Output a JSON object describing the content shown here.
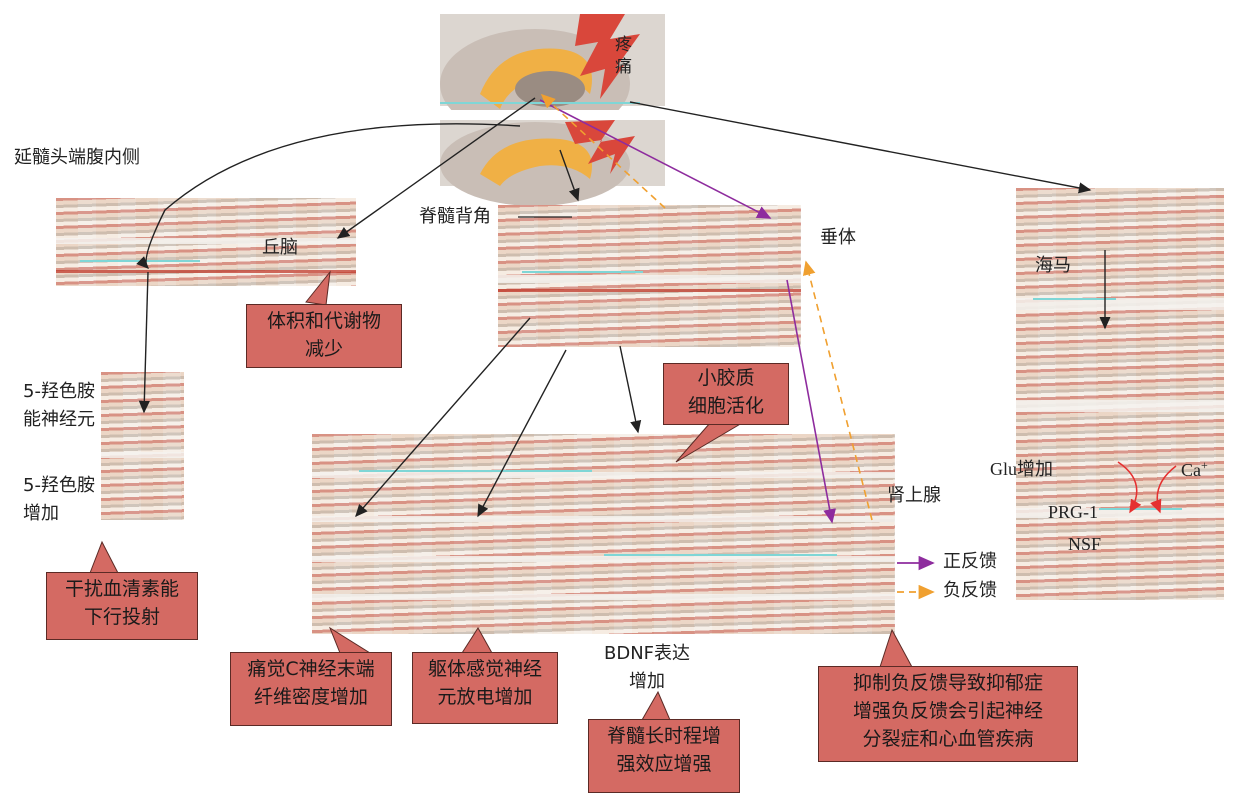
{
  "brain": {
    "pain_label": "疼痛"
  },
  "nodes": {
    "medulla": "延髓头端腹内侧",
    "thalamus": "丘脑",
    "spinal_dorsal_horn": "脊髓背角",
    "pituitary": "垂体",
    "hippocampus": "海马",
    "serotonin_neuron_1": "5-羟色胺",
    "serotonin_neuron_2": "能神经元",
    "serotonin_up_1": "5-羟色胺",
    "serotonin_up_2": "增加",
    "adrenal": "肾上腺",
    "bdnf_1": "BDNF表达",
    "bdnf_2": "增加",
    "glu": "Glu增加",
    "ca": "Ca",
    "ca_sup": "+",
    "prg1": "PRG-1",
    "nsf": "NSF"
  },
  "legend": {
    "positive": "正反馈",
    "negative": "负反馈",
    "positive_color": "#8e2c9e",
    "negative_color": "#f0a030"
  },
  "callouts": {
    "thalamus_volume": [
      "体积和代谢物",
      "减少"
    ],
    "microglia": [
      "小胶质",
      "细胞活化"
    ],
    "serotonin_projection": [
      "干扰血清素能",
      "下行投射"
    ],
    "c_fiber": [
      "痛觉C神经末端",
      "纤维密度增加"
    ],
    "somatosensory": [
      "躯体感觉神经",
      "元放电增加"
    ],
    "ltp": [
      "脊髓长时程增",
      "强效应增强"
    ],
    "feedback": [
      "抑制负反馈导致抑郁症",
      "增强负反馈会引起神经",
      "分裂症和心血管疾病"
    ]
  },
  "colors": {
    "callout_fill": "#d46a63",
    "callout_border": "#5b2a25",
    "arrow": "#222222"
  }
}
